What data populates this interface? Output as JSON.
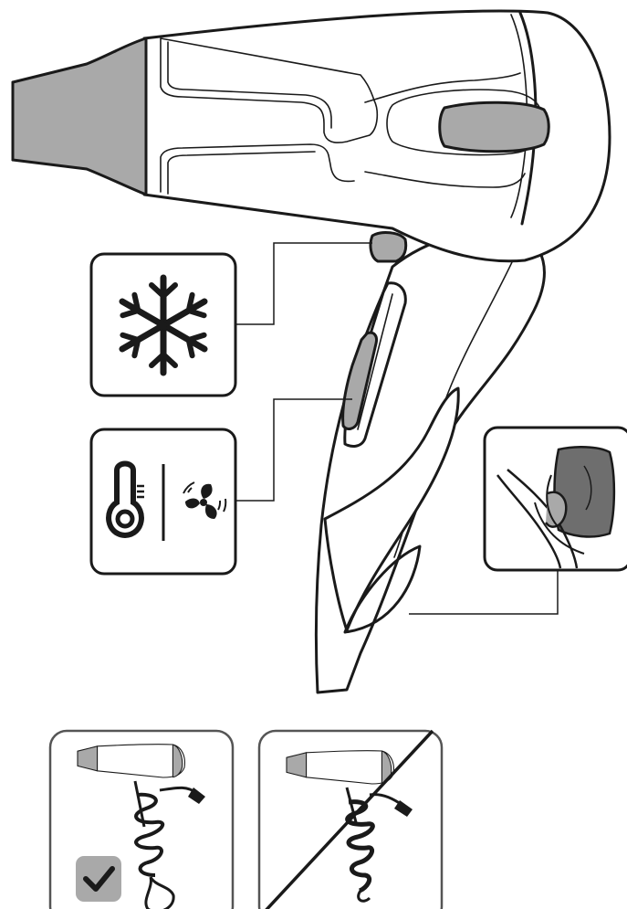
{
  "figure": {
    "callouts": [
      {
        "id": "cool-shot",
        "icon": "snowflake-icon"
      },
      {
        "id": "temp-fan",
        "icons": [
          "thermometer-icon",
          "fan-icon"
        ]
      },
      {
        "id": "hanging-loop",
        "icon": "hang-hook-icon"
      }
    ],
    "storage_panels": [
      {
        "id": "loose-cord",
        "status": "correct",
        "icon": "checkmark-icon"
      },
      {
        "id": "tight-cord",
        "status": "incorrect",
        "icon": "cross-line"
      }
    ],
    "colors": {
      "outline": "#1a1a1a",
      "accent_grey": "#a9a9a9",
      "dark_grey": "#6e6e6e",
      "background": "#ffffff"
    }
  }
}
